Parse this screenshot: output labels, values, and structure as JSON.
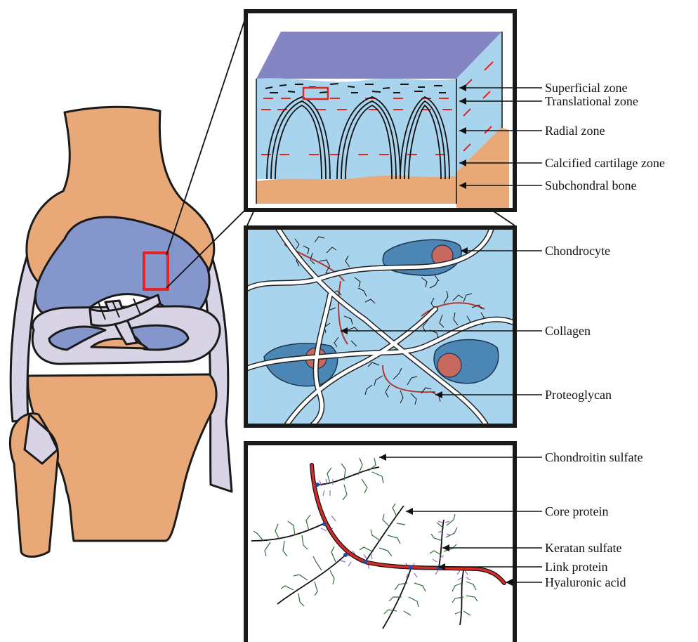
{
  "labels": {
    "superficial": "Superficial zone",
    "translational": "Translational zone",
    "radial": "Radial zone",
    "calcified": "Calcified cartilage zone",
    "subchondral": "Subchondral bone",
    "chondrocyte": "Chondrocyte",
    "collagen": "Collagen",
    "proteoglycan": "Proteoglycan",
    "chondroitin": "Chondroitin sulfate",
    "core_protein": "Core protein",
    "keratan": "Keratan sulfate",
    "link_protein": "Link protein",
    "hyaluronic": "Hyaluronic acid"
  },
  "colors": {
    "bone": "#e8a877",
    "cartilage_blue": "#8496cc",
    "ligament": "#d8d4e6",
    "tissue_blue": "#a9d4ee",
    "surface": "#8486c4",
    "cell": "#4b86b4",
    "nucleus": "#c7695e",
    "highlight_red": "#e52421",
    "hyaluronic": "#d62b26",
    "gag_green": "#2f6b3c",
    "keratan_purple": "#9a6bc2",
    "link_blue": "#2a4aa0"
  }
}
